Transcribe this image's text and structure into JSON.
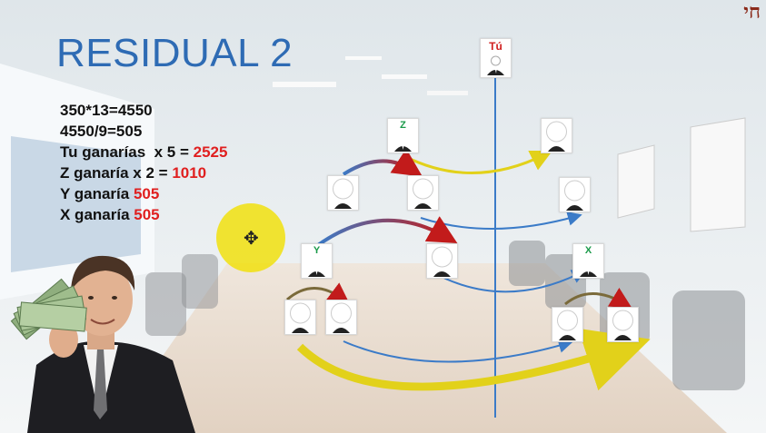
{
  "corner_mark": "חי",
  "title": "RESIDUAL 2",
  "calc_lines": [
    {
      "text": "350*13=4550",
      "red": ""
    },
    {
      "text": "4550/9=505",
      "red": ""
    },
    {
      "text": "Tu ganarías  x 5 = ",
      "red": "2525"
    },
    {
      "text": "Z ganaría x 2 = ",
      "red": "1010"
    },
    {
      "text": "Y ganaría ",
      "red": "505"
    },
    {
      "text": "X ganaría ",
      "red": "505"
    }
  ],
  "nodes": {
    "tu": "Tú",
    "z": "Z",
    "y": "Y",
    "x": "X"
  },
  "colors": {
    "title": "#2e6bb4",
    "divider": "#3b7bc8",
    "arrow_yellow": "#e2d11a",
    "arrow_blue": "#3b7bc8",
    "arrow_red": "#c21b1b",
    "highlight": "#f1e000"
  }
}
